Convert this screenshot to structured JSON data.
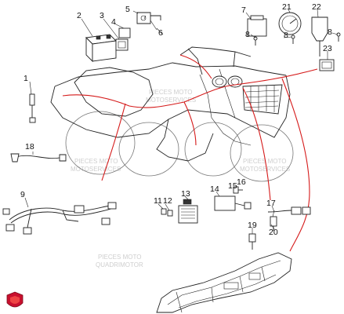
{
  "callouts": {
    "n1": "1",
    "n2": "2",
    "n3": "3",
    "n4": "4",
    "n5": "5",
    "n6": "6",
    "n7": "7",
    "n8a": "8",
    "n8b": "8",
    "n8c": "8",
    "n9": "9",
    "n11": "11",
    "n12": "12",
    "n13": "13",
    "n14": "14",
    "n15": "15",
    "n16": "16",
    "n17": "17",
    "n18": "18",
    "n19": "19",
    "n20": "20",
    "n21": "21",
    "n22": "22",
    "n23": "23"
  },
  "watermark": {
    "line1": "PIECES MOTO",
    "line2": "MOTOSERVICES",
    "line3": "QUADRIMOTOR"
  },
  "colors": {
    "line": "#222222",
    "wire_accent": "#d51a1a",
    "logo": "#c8102e"
  },
  "icons": {
    "logo": "shield-logo"
  }
}
